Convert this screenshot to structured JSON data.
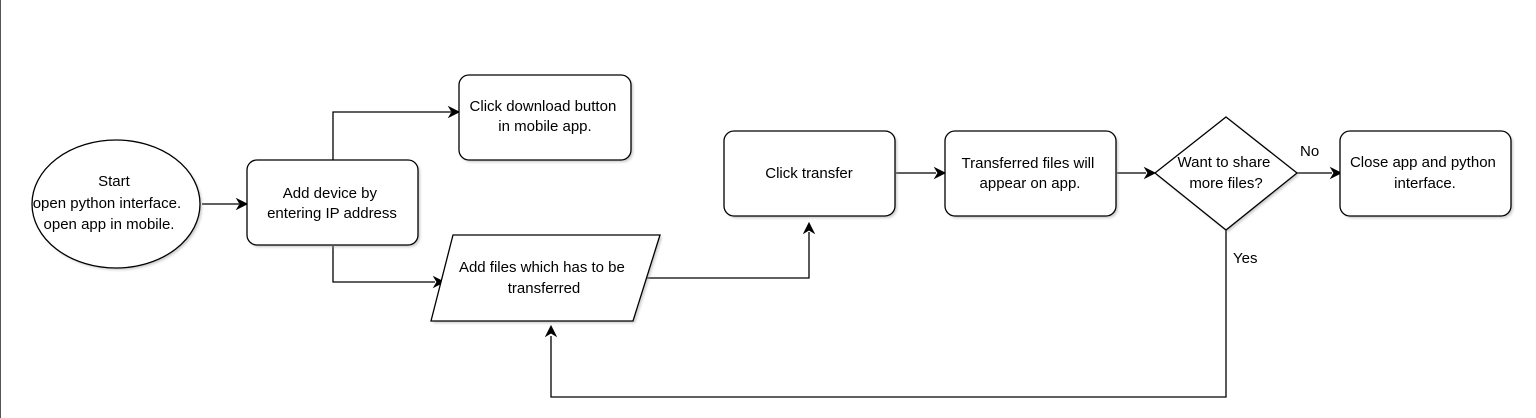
{
  "nodes": {
    "start": {
      "lines": [
        "Start",
        "open python interface.",
        "open app in mobile."
      ]
    },
    "add_device": {
      "lines": [
        "Add device by",
        "entering IP address"
      ]
    },
    "click_download": {
      "lines": [
        "Click download button",
        "in mobile app."
      ]
    },
    "add_files": {
      "lines": [
        "Add files which has to be",
        "transferred"
      ]
    },
    "click_transfer": {
      "lines": [
        "Click transfer"
      ]
    },
    "transferred_files": {
      "lines": [
        "Transferred files will",
        "appear on app."
      ]
    },
    "decision": {
      "lines": [
        "Want to share",
        "more files?"
      ]
    },
    "close_app": {
      "lines": [
        "Close app and python",
        "interface."
      ]
    }
  },
  "edges": {
    "no_label": "No",
    "yes_label": "Yes"
  }
}
